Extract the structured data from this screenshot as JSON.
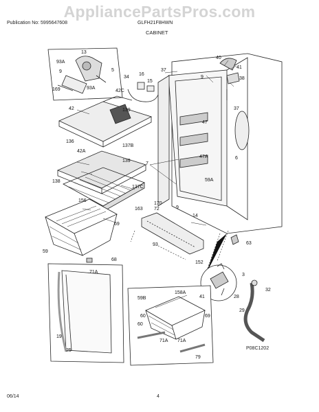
{
  "watermark": "AppliancePartsPros.com",
  "header": {
    "publication": "Publication No: 5995647608",
    "model": "GLFH21F8HWN",
    "section": "CABINET"
  },
  "footer": {
    "date": "06/14",
    "page": "4",
    "drawing_ref": "P08C1202"
  },
  "callouts": {
    "c13": "13",
    "c93a_a": "93A",
    "c9": "9",
    "c5": "5",
    "c169": "169",
    "c93a_b": "93A",
    "c34": "34",
    "c16": "16",
    "c15": "15",
    "c42c": "42C",
    "c37a": "37",
    "c9b": "9",
    "c40": "40",
    "c41": "41",
    "c38": "38",
    "c37b": "37",
    "c42": "42",
    "c139a": "139",
    "c136": "136",
    "c137b": "137B",
    "c47": "47",
    "c47a": "47A",
    "c7": "7",
    "c6": "6",
    "c42a": "42A",
    "c139b": "139",
    "c59a": "59A",
    "c138": "138",
    "c137c": "137C",
    "c156": "156",
    "c163": "163",
    "c170": "170",
    "c72": "72",
    "c9c": "9",
    "c14": "14",
    "c69a": "69",
    "c93": "93",
    "c63": "63",
    "c59": "59",
    "c68": "68",
    "c152": "152",
    "c3": "3",
    "c71a_a": "71A",
    "c158a": "158A",
    "c59b": "59B",
    "c69b": "69",
    "c60a": "60",
    "c60b": "60",
    "c41b": "41",
    "c28": "28",
    "c32": "32",
    "c29": "29",
    "c19": "19",
    "c25": "25",
    "c71a_b": "71A",
    "c71a_c": "71A",
    "c79": "79"
  }
}
